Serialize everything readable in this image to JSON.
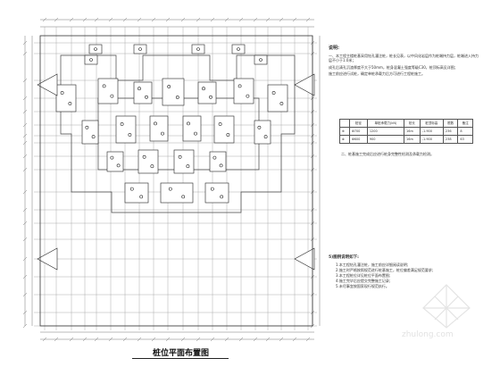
{
  "drawing": {
    "title": "桩位平面布置图"
  },
  "notes": {
    "heading": "说明:",
    "items": [
      "一、本工程主楼桩基采用钻孔灌注桩，桩长见表，以中风化岩层作为桩端持力层，桩端进入持力层不小于1.0米；",
      "成孔后清孔沉渣厚度不大于50mm，桩身混凝土强度等级C30，桩顶标高见详图；",
      "施工前应进行试桩，确定单桩承载力后方可进行工程桩施工。"
    ]
  },
  "pile_table": {
    "headers": [
      "",
      "桩径",
      "单桩承载力(kN)",
      "桩长",
      "桩顶标高",
      "根数",
      "备注"
    ],
    "rows": [
      [
        "⊕",
        "Φ700",
        "1200",
        "16m",
        "-1.900",
        "236",
        "8"
      ],
      [
        "⊗",
        "Φ600",
        "900",
        "16m",
        "-1.900",
        "238",
        "63"
      ]
    ]
  },
  "note2": "二、桩基施工完成后应进行桩身完整性检测及承载力检测。",
  "legend": {
    "heading": "5)图例说明如下:",
    "items": [
      "1.本工程钻孔灌注桩，施工前应详细阅读说明;",
      "2.施工时严格按照规范进行桩基施工，桩位偏差满足规范要求;",
      "3.本工程桩位详见桩位平面布置图;",
      "4.施工完毕后应提交完整施工记录;",
      "5.未尽事宜按国家现行规范执行。"
    ]
  },
  "watermark": {
    "text": "zhulong.com"
  }
}
